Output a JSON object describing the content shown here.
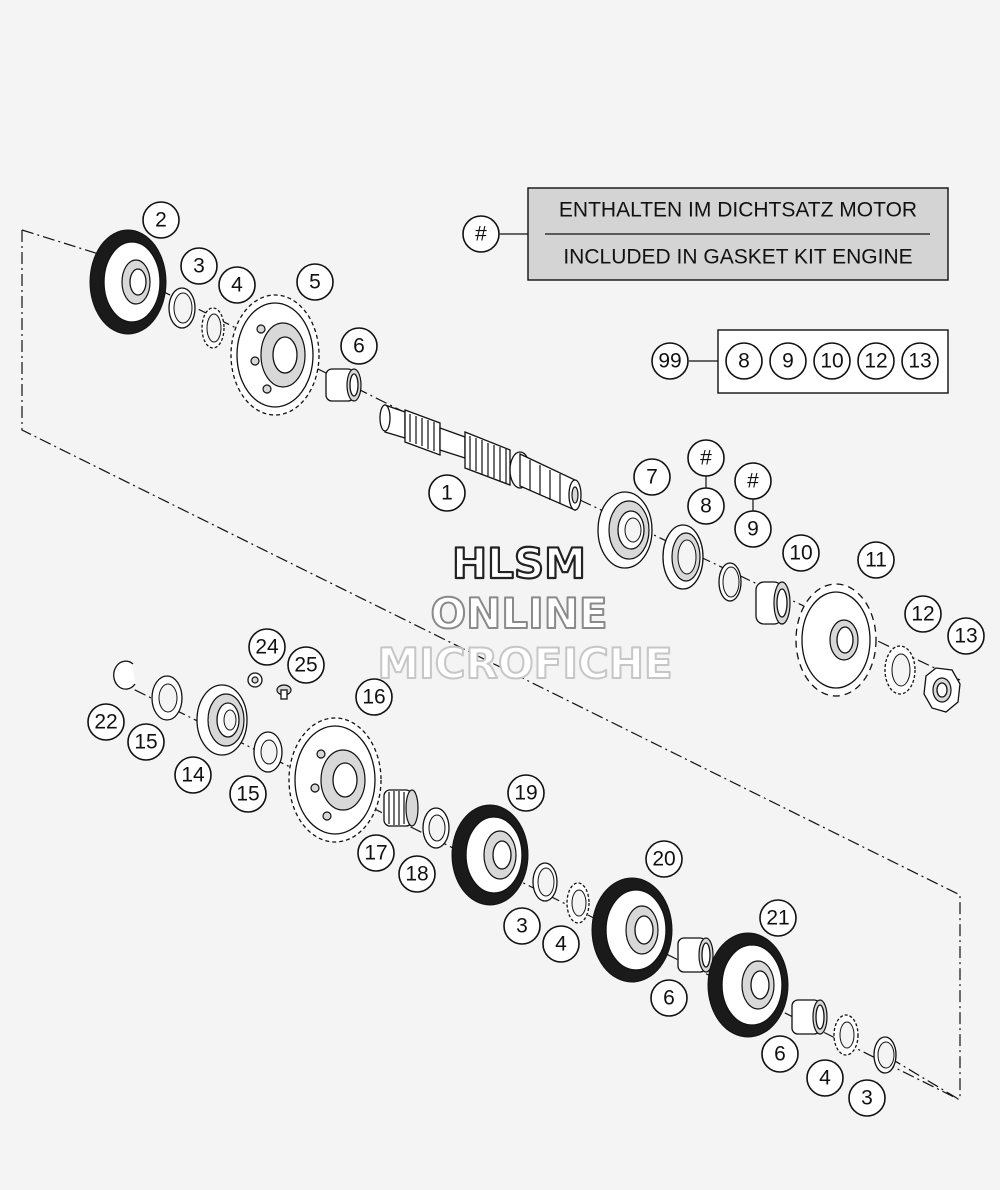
{
  "legend": {
    "symbol": "#",
    "line_de": "ENTHALTEN IM DICHTSATZ MOTOR",
    "line_en": "INCLUDED IN GASKET KIT ENGINE",
    "box_color": "#d4d4d4"
  },
  "kit": {
    "label": "99",
    "items": [
      "8",
      "9",
      "10",
      "12",
      "13"
    ]
  },
  "callouts": {
    "c1": "1",
    "c2": "2",
    "c3a": "3",
    "c4a": "4",
    "c5": "5",
    "c6a": "6",
    "c7": "7",
    "c8": "8",
    "c8h": "#",
    "c9": "9",
    "c9h": "#",
    "c10": "10",
    "c11": "11",
    "c12": "12",
    "c13": "13",
    "c14": "14",
    "c15a": "15",
    "c15b": "15",
    "c16": "16",
    "c17": "17",
    "c18": "18",
    "c19": "19",
    "c20": "20",
    "c21": "21",
    "c22": "22",
    "c24": "24",
    "c25": "25",
    "c3b": "3",
    "c4b": "4",
    "c6b": "6",
    "c6c": "6",
    "c4c": "4",
    "c3c": "3"
  },
  "watermark": {
    "line1": "HLSM",
    "line2": "ONLINE",
    "line3": "MICROFICHE"
  }
}
